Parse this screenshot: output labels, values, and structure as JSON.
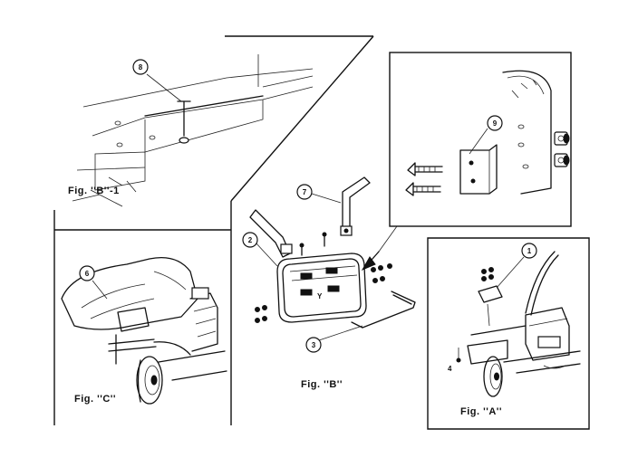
{
  "figures": {
    "b1": {
      "label": "Fig. ''B''-1"
    },
    "c": {
      "label": "Fig. ''C''"
    },
    "b": {
      "label": "Fig. ''B''"
    },
    "a": {
      "label": "Fig. ''A''"
    }
  },
  "callouts": {
    "c1": "1",
    "c2": "2",
    "c3": "3",
    "c6": "6",
    "c7": "7",
    "c8": "8",
    "c9": "9",
    "c4": "4"
  },
  "colors": {
    "ink": "#111111",
    "paper": "#ffffff"
  }
}
